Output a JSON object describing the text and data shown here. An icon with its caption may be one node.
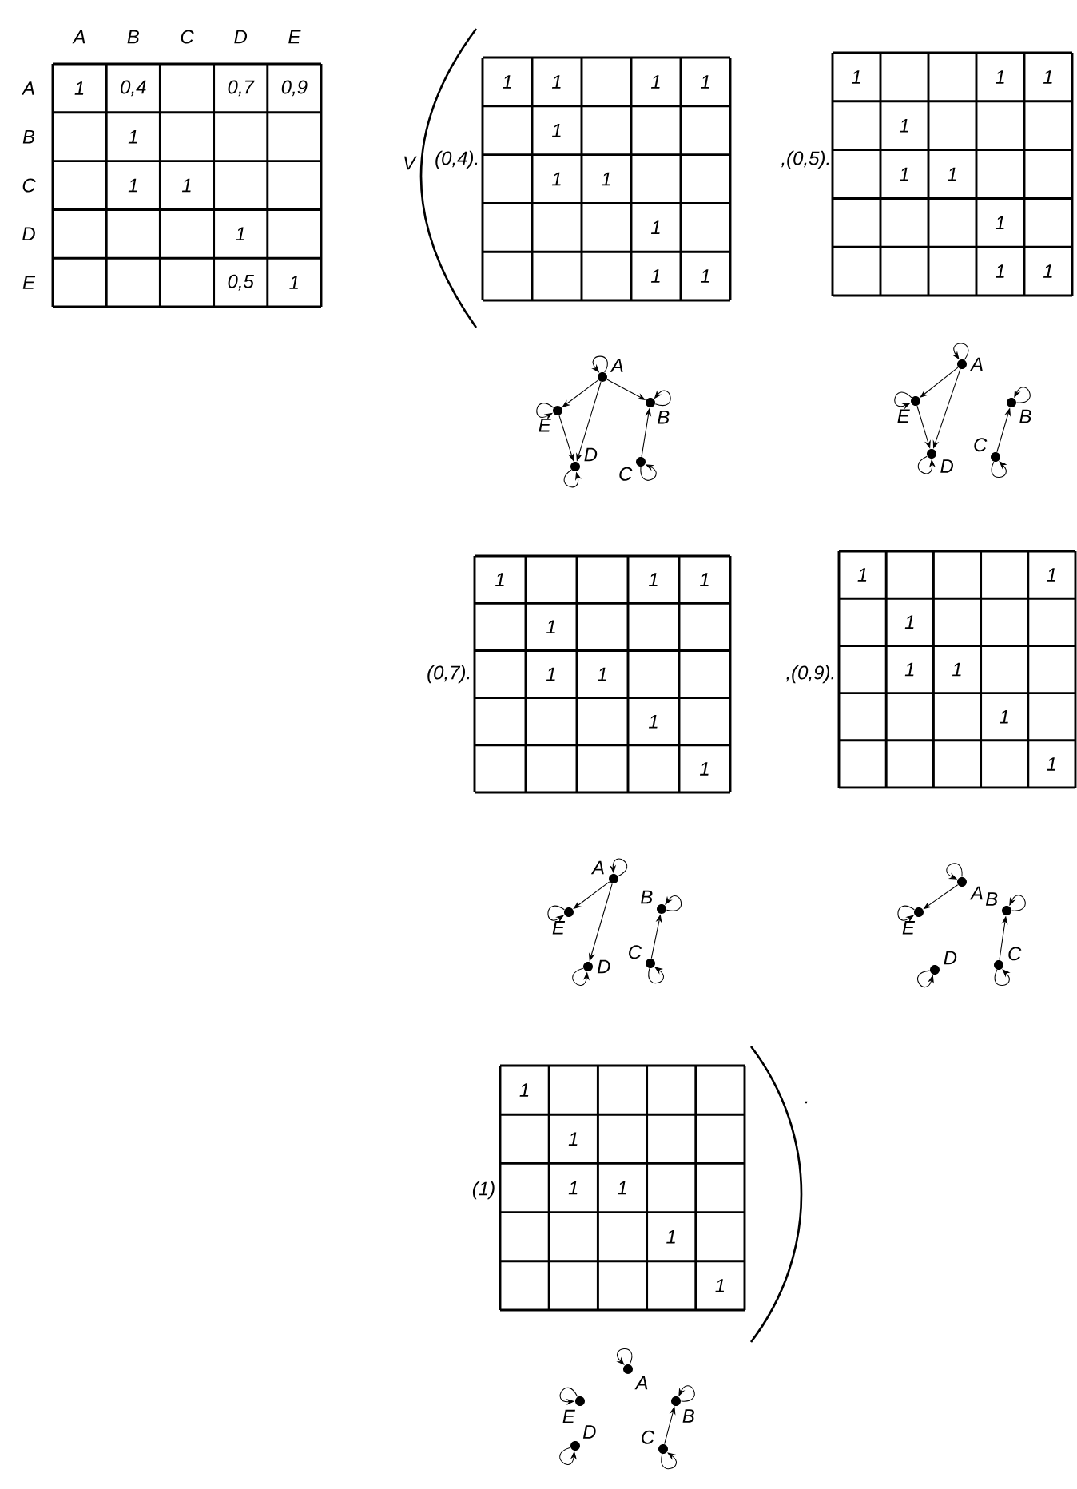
{
  "diagram": {
    "nodes": [
      {
        "text": [
          "A"
        ]
      },
      {
        "text": [
          "E"
        ]
      },
      {
        "text": [
          "B"
        ]
      },
      {
        "text": [
          "D"
        ]
      },
      {
        "text": [
          "C"
        ]
      },
      {
        "text": [
          "A"
        ]
      },
      {
        "text": [
          "E"
        ]
      },
      {
        "text": [
          "B"
        ]
      },
      {
        "text": [
          "D"
        ]
      },
      {
        "text": [
          "C"
        ]
      },
      {
        "text": [
          "A"
        ]
      },
      {
        "text": [
          "E"
        ]
      },
      {
        "text": [
          "B"
        ]
      },
      {
        "text": [
          "D"
        ]
      },
      {
        "text": [
          "C"
        ]
      },
      {
        "text": [
          "A"
        ]
      },
      {
        "text": [
          "E"
        ]
      },
      {
        "text": [
          "B"
        ]
      },
      {
        "text": [
          "D"
        ]
      },
      {
        "text": [
          "C"
        ]
      },
      {
        "text": [
          "A"
        ]
      },
      {
        "text": [
          "E"
        ]
      },
      {
        "text": [
          "B"
        ]
      },
      {
        "text": [
          "D"
        ]
      },
      {
        "text": [
          "C"
        ]
      }
    ],
    "edges": [
      {
        "from": 0,
        "to": 0,
        "arrow": "to"
      },
      {
        "from": 1,
        "to": 1,
        "arrow": "to"
      },
      {
        "from": 2,
        "to": 2,
        "arrow": "to"
      },
      {
        "from": 3,
        "to": 3,
        "arrow": "to"
      },
      {
        "from": 4,
        "to": 4,
        "arrow": "to"
      },
      {
        "from": 0,
        "to": 1,
        "arrow": "to"
      },
      {
        "from": 0,
        "to": 3,
        "arrow": "to"
      },
      {
        "from": 0,
        "to": 2,
        "arrow": "to"
      },
      {
        "from": 1,
        "to": 3,
        "arrow": "to"
      },
      {
        "from": 4,
        "to": 2,
        "arrow": "to"
      },
      {
        "from": 5,
        "to": 5,
        "arrow": "to"
      },
      {
        "from": 6,
        "to": 6,
        "arrow": "to"
      },
      {
        "from": 7,
        "to": 7,
        "arrow": "to"
      },
      {
        "from": 8,
        "to": 8,
        "arrow": "to"
      },
      {
        "from": 9,
        "to": 9,
        "arrow": "to"
      },
      {
        "from": 5,
        "to": 6,
        "arrow": "to"
      },
      {
        "from": 5,
        "to": 8,
        "arrow": "to"
      },
      {
        "from": 6,
        "to": 8,
        "arrow": "to"
      },
      {
        "from": 9,
        "to": 7,
        "arrow": "to"
      },
      {
        "from": 10,
        "to": 10,
        "arrow": "to"
      },
      {
        "from": 11,
        "to": 11,
        "arrow": "to"
      },
      {
        "from": 12,
        "to": 12,
        "arrow": "to"
      },
      {
        "from": 13,
        "to": 13,
        "arrow": "to"
      },
      {
        "from": 14,
        "to": 14,
        "arrow": "to"
      },
      {
        "from": 10,
        "to": 11,
        "arrow": "to"
      },
      {
        "from": 10,
        "to": 13,
        "arrow": "to"
      },
      {
        "from": 14,
        "to": 12,
        "arrow": "to"
      },
      {
        "from": 15,
        "to": 15,
        "arrow": "to"
      },
      {
        "from": 16,
        "to": 16,
        "arrow": "to"
      },
      {
        "from": 17,
        "to": 17,
        "arrow": "to"
      },
      {
        "from": 18,
        "to": 18,
        "arrow": "to"
      },
      {
        "from": 19,
        "to": 19,
        "arrow": "to"
      },
      {
        "from": 15,
        "to": 16,
        "arrow": "to"
      },
      {
        "from": 19,
        "to": 17,
        "arrow": "to"
      },
      {
        "from": 20,
        "to": 20,
        "arrow": "to"
      },
      {
        "from": 21,
        "to": 21,
        "arrow": "to"
      },
      {
        "from": 22,
        "to": 22,
        "arrow": "to"
      },
      {
        "from": 23,
        "to": 23,
        "arrow": "to"
      },
      {
        "from": 24,
        "to": 24,
        "arrow": "to"
      },
      {
        "from": 24,
        "to": 22,
        "arrow": "to"
      }
    ],
    "labels": [
      "A",
      "B",
      "C",
      "D",
      "E",
      "A",
      "1",
      "0,4",
      "0,7",
      "0,9",
      "B",
      "1",
      "C",
      "1",
      "1",
      "D",
      "1",
      "E",
      "0,5",
      "1",
      "V",
      "(0,4).",
      "1",
      "1",
      "1",
      "1",
      "1",
      "1",
      "1",
      "1",
      "1",
      "1",
      ",(0,5).",
      "1",
      "1",
      "1",
      "1",
      "1",
      "1",
      "1",
      "1",
      "1",
      "(0,7).",
      "1",
      "1",
      "1",
      "1",
      "1",
      "1",
      "1",
      "1",
      ",(0,9).",
      "1",
      "1",
      "1",
      "1",
      "1",
      "1",
      "1",
      "(1)",
      "1",
      "1",
      "1",
      "1",
      "1",
      "1",
      "."
    ]
  }
}
